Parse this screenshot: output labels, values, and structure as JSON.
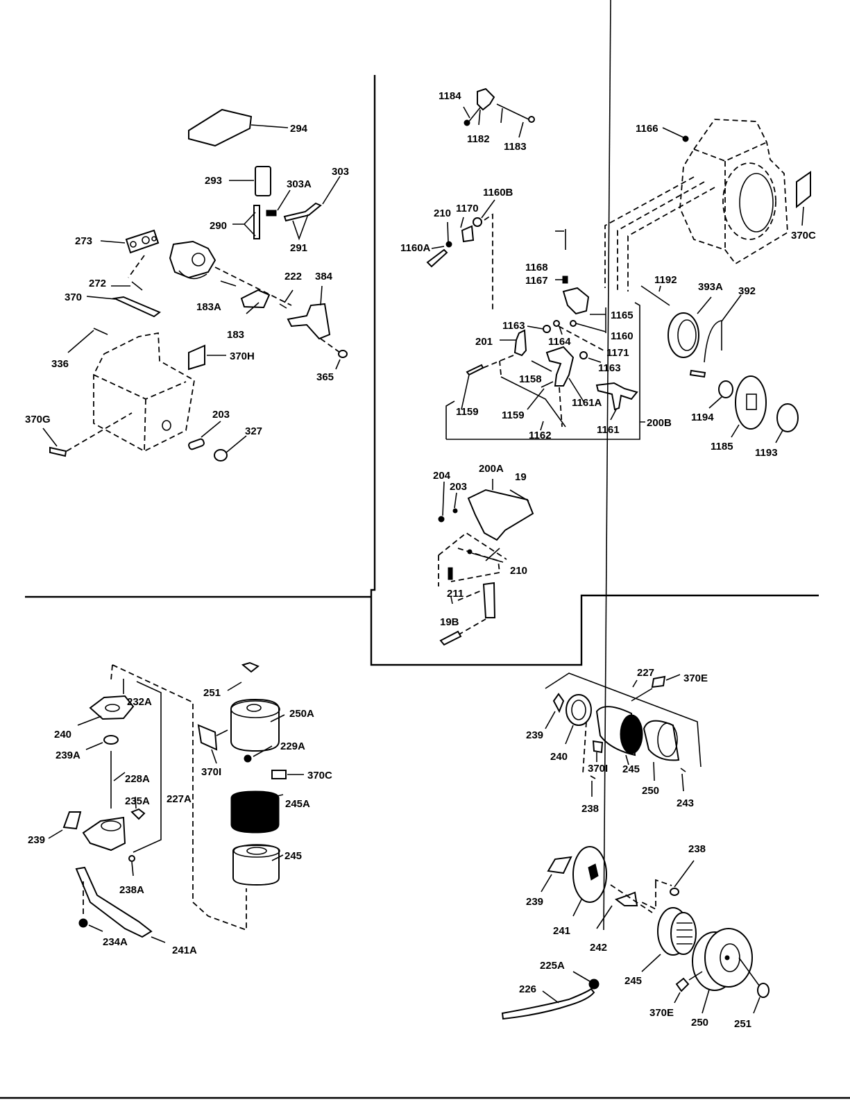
{
  "title": "Engine parts exploded view — carburetor, governor, starter, air cleaner",
  "sections": {
    "carburetor": {
      "labels": [
        "294",
        "293",
        "303A",
        "303",
        "290",
        "291",
        "273",
        "272",
        "370",
        "183A",
        "222",
        "384",
        "183",
        "336",
        "370H",
        "365",
        "370G",
        "203",
        "327"
      ]
    },
    "governor": {
      "labels": [
        "1184",
        "1182",
        "1183",
        "1166",
        "1160B",
        "210",
        "1170",
        "1160A",
        "370C",
        "1168",
        "1167",
        "1192",
        "393A",
        "392",
        "1165",
        "1163",
        "1160",
        "201",
        "1164",
        "1171",
        "1163",
        "1158",
        "1159",
        "1161A",
        "1159",
        "1162",
        "1161",
        "200B",
        "1194",
        "1185",
        "1193"
      ]
    },
    "bracket": {
      "labels": [
        "204",
        "203",
        "200A",
        "19",
        "210",
        "211",
        "19B"
      ]
    },
    "oil_bath_air_cleaner": {
      "labels": [
        "251",
        "232A",
        "250A",
        "240",
        "229A",
        "239A",
        "370I",
        "370C",
        "228A",
        "227A",
        "235A",
        "245A",
        "239",
        "245",
        "238A",
        "234A",
        "241A"
      ]
    },
    "air_cleaner_a": {
      "labels": [
        "227",
        "370E",
        "239",
        "240",
        "370I",
        "245",
        "250",
        "243",
        "238"
      ]
    },
    "air_cleaner_b": {
      "labels": [
        "238",
        "239",
        "241",
        "242",
        "225A",
        "245",
        "226",
        "370E",
        "250",
        "251"
      ]
    }
  }
}
